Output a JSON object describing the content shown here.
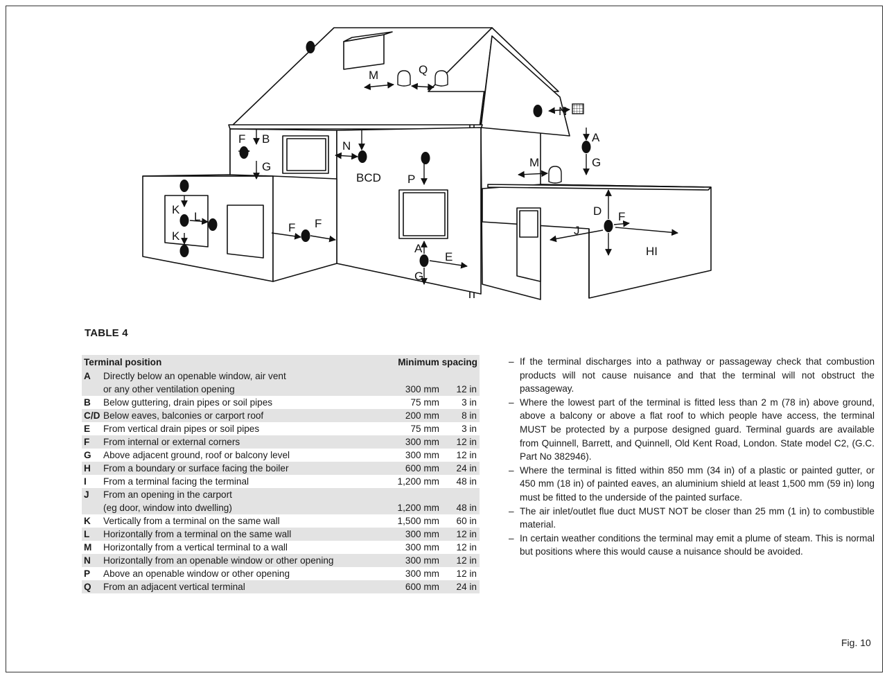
{
  "diagram": {
    "labels": [
      "M",
      "Q",
      "N",
      "A",
      "G",
      "M",
      "F",
      "B",
      "G",
      "N",
      "BCD",
      "P",
      "K",
      "L",
      "K",
      "F",
      "F",
      "A",
      "E",
      "G",
      "D",
      "F",
      "J",
      "HI"
    ]
  },
  "table": {
    "title": "TABLE 4",
    "headers": {
      "position": "Terminal position",
      "spacing": "Minimum spacing"
    },
    "rows": [
      {
        "code": "A",
        "desc": "Directly below an openable window, air vent",
        "desc2": "or any other ventilation opening",
        "mm": "300 mm",
        "inch": "12 in"
      },
      {
        "code": "B",
        "desc": "Below guttering, drain pipes or soil pipes",
        "mm": "75 mm",
        "inch": "3 in"
      },
      {
        "code": "C/D",
        "desc": "Below eaves, balconies or carport roof",
        "mm": "200 mm",
        "inch": "8 in"
      },
      {
        "code": "E",
        "desc": "From vertical drain pipes or soil pipes",
        "mm": "75 mm",
        "inch": "3 in"
      },
      {
        "code": "F",
        "desc": "From internal or external corners",
        "mm": "300 mm",
        "inch": "12 in"
      },
      {
        "code": "G",
        "desc": "Above adjacent ground, roof or balcony level",
        "mm": "300 mm",
        "inch": "12 in"
      },
      {
        "code": "H",
        "desc": "From a boundary or surface facing the boiler",
        "mm": "600 mm",
        "inch": "24 in"
      },
      {
        "code": "I",
        "desc": "From a terminal facing the terminal",
        "mm": "1,200 mm",
        "inch": "48 in"
      },
      {
        "code": "J",
        "desc": "From an opening in the carport",
        "desc2": "(eg door, window into dwelling)",
        "mm": "1,200 mm",
        "inch": "48 in"
      },
      {
        "code": "K",
        "desc": "Vertically from a terminal on the same wall",
        "mm": "1,500 mm",
        "inch": "60 in"
      },
      {
        "code": "L",
        "desc": "Horizontally from a terminal on the same wall",
        "mm": "300 mm",
        "inch": "12 in"
      },
      {
        "code": "M",
        "desc": "Horizontally from a vertical terminal to a wall",
        "mm": "300 mm",
        "inch": "12 in"
      },
      {
        "code": "N",
        "desc": "Horizontally from an openable window or other opening",
        "mm": "300 mm",
        "inch": "12 in"
      },
      {
        "code": "P",
        "desc": "Above an openable window or other opening",
        "mm": "300 mm",
        "inch": "12 in"
      },
      {
        "code": "Q",
        "desc": "From an adjacent vertical terminal",
        "mm": "600 mm",
        "inch": "24 in"
      }
    ]
  },
  "notes": [
    "If the terminal discharges into a pathway or passageway check that combustion products will not cause nuisance and that the terminal will not obstruct the passageway.",
    "Where the lowest part of the terminal is fitted less than 2 m (78 in) above ground, above a balcony or above a flat roof to which people have access, the terminal MUST be protected by a purpose designed guard. Terminal guards are available from Quinnell, Barrett, and Quinnell, Old Kent Road, London. State model C2, (G.C. Part No 382946).",
    "Where the terminal is fitted within 850 mm (34 in) of a plastic or painted gutter, or 450 mm (18 in) of painted eaves, an aluminium shield at least 1,500 mm (59 in) long must be fitted to the underside of the painted surface.",
    "The air inlet/outlet flue duct MUST NOT be closer than 25 mm (1 in) to combustible material.",
    "In certain weather conditions the terminal may emit a plume of steam. This is normal but positions where this would cause a nuisance should be avoided."
  ],
  "note_dash": "–",
  "figure_label": "Fig. 10"
}
